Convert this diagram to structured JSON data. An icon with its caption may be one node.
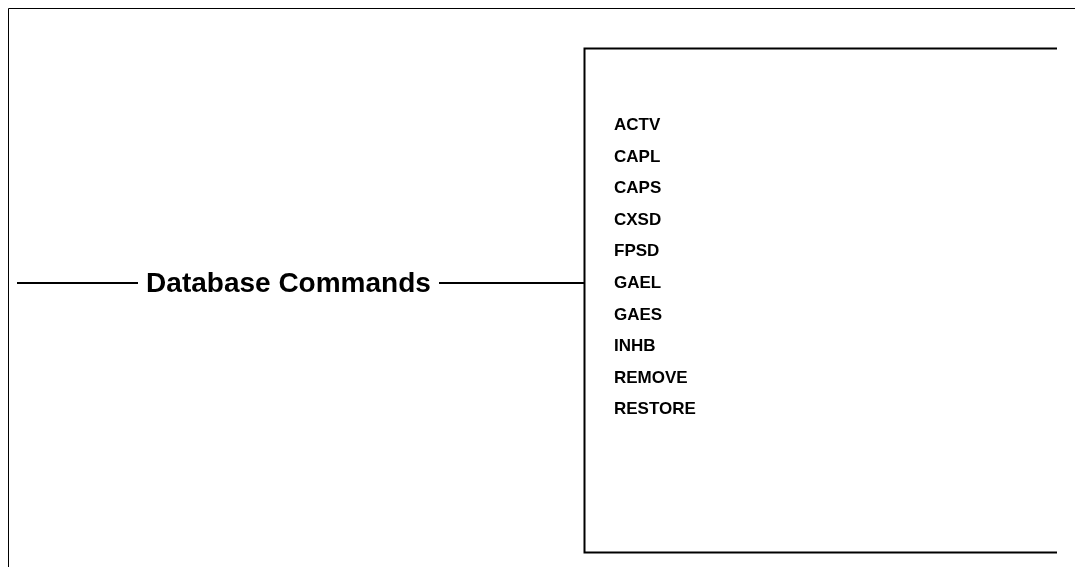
{
  "diagram": {
    "nodes": [
      {
        "text": [
          "Database Commands"
        ]
      },
      {
        "text": [
          "ACTV",
          "CAPL",
          "CAPS",
          "CXSD",
          "FPSD",
          "GAEL",
          "GAES",
          "INHB",
          "REMOVE",
          "RESTORE"
        ]
      }
    ],
    "edges": [
      {
        "from": null,
        "to": 0,
        "arrow": "none"
      },
      {
        "from": 0,
        "to": 1,
        "arrow": "none"
      }
    ]
  }
}
